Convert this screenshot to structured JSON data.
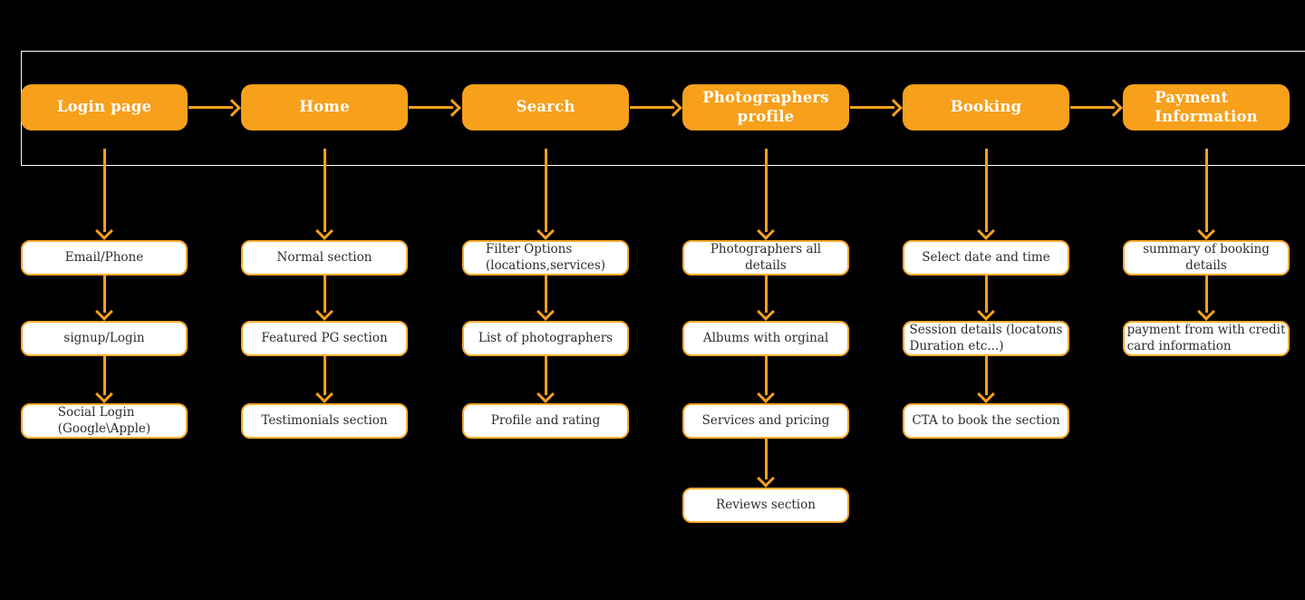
{
  "canvas": {
    "background": "#000000"
  },
  "colors": {
    "orange_node_fill": "#F7A01B",
    "orange_connector": "#F7A01B",
    "child_box_border": "#FAAB2D",
    "child_box_fill": "#FFFFFF",
    "header_text": "#FFFFFF",
    "child_text": "#2D2D2D",
    "frame_border": "#FFFFFF"
  },
  "flow": {
    "columns": [
      {
        "header": {
          "text": "Login page",
          "align": "center"
        },
        "children": [
          {
            "text": "Email/Phone",
            "align": "center"
          },
          {
            "text": "signup/Login",
            "align": "center"
          },
          {
            "text": "Social Login\n(Google\\Apple)",
            "align": "left"
          }
        ]
      },
      {
        "header": {
          "text": "Home",
          "align": "center"
        },
        "children": [
          {
            "text": "Normal section",
            "align": "center"
          },
          {
            "text": "Featured PG section",
            "align": "center"
          },
          {
            "text": "Testimonials section",
            "align": "center"
          }
        ]
      },
      {
        "header": {
          "text": "Search",
          "align": "center"
        },
        "children": [
          {
            "text": "Filter Options\n(locations,services)",
            "align": "left"
          },
          {
            "text": "List of photographers",
            "align": "center"
          },
          {
            "text": "Profile and rating",
            "align": "center"
          }
        ]
      },
      {
        "header": {
          "text": "Photographers\nprofile",
          "align": "center"
        },
        "children": [
          {
            "text": "Photographers all\ndetails",
            "align": "center"
          },
          {
            "text": "Albums with orginal",
            "align": "center"
          },
          {
            "text": "Services and pricing",
            "align": "center"
          },
          {
            "text": "Reviews section",
            "align": "center"
          }
        ]
      },
      {
        "header": {
          "text": "Booking",
          "align": "center"
        },
        "children": [
          {
            "text": "Select date and time",
            "align": "center"
          },
          {
            "text": "Session details (locatons\nDuration etc...)",
            "align": "left"
          },
          {
            "text": "CTA to book the section",
            "align": "center"
          }
        ]
      },
      {
        "header": {
          "text": "Payment\nInformation",
          "align": "left"
        },
        "children": [
          {
            "text": "summary of booking\ndetails",
            "align": "center"
          },
          {
            "text": "payment from with credit\ncard information",
            "align": "left"
          }
        ]
      }
    ]
  }
}
